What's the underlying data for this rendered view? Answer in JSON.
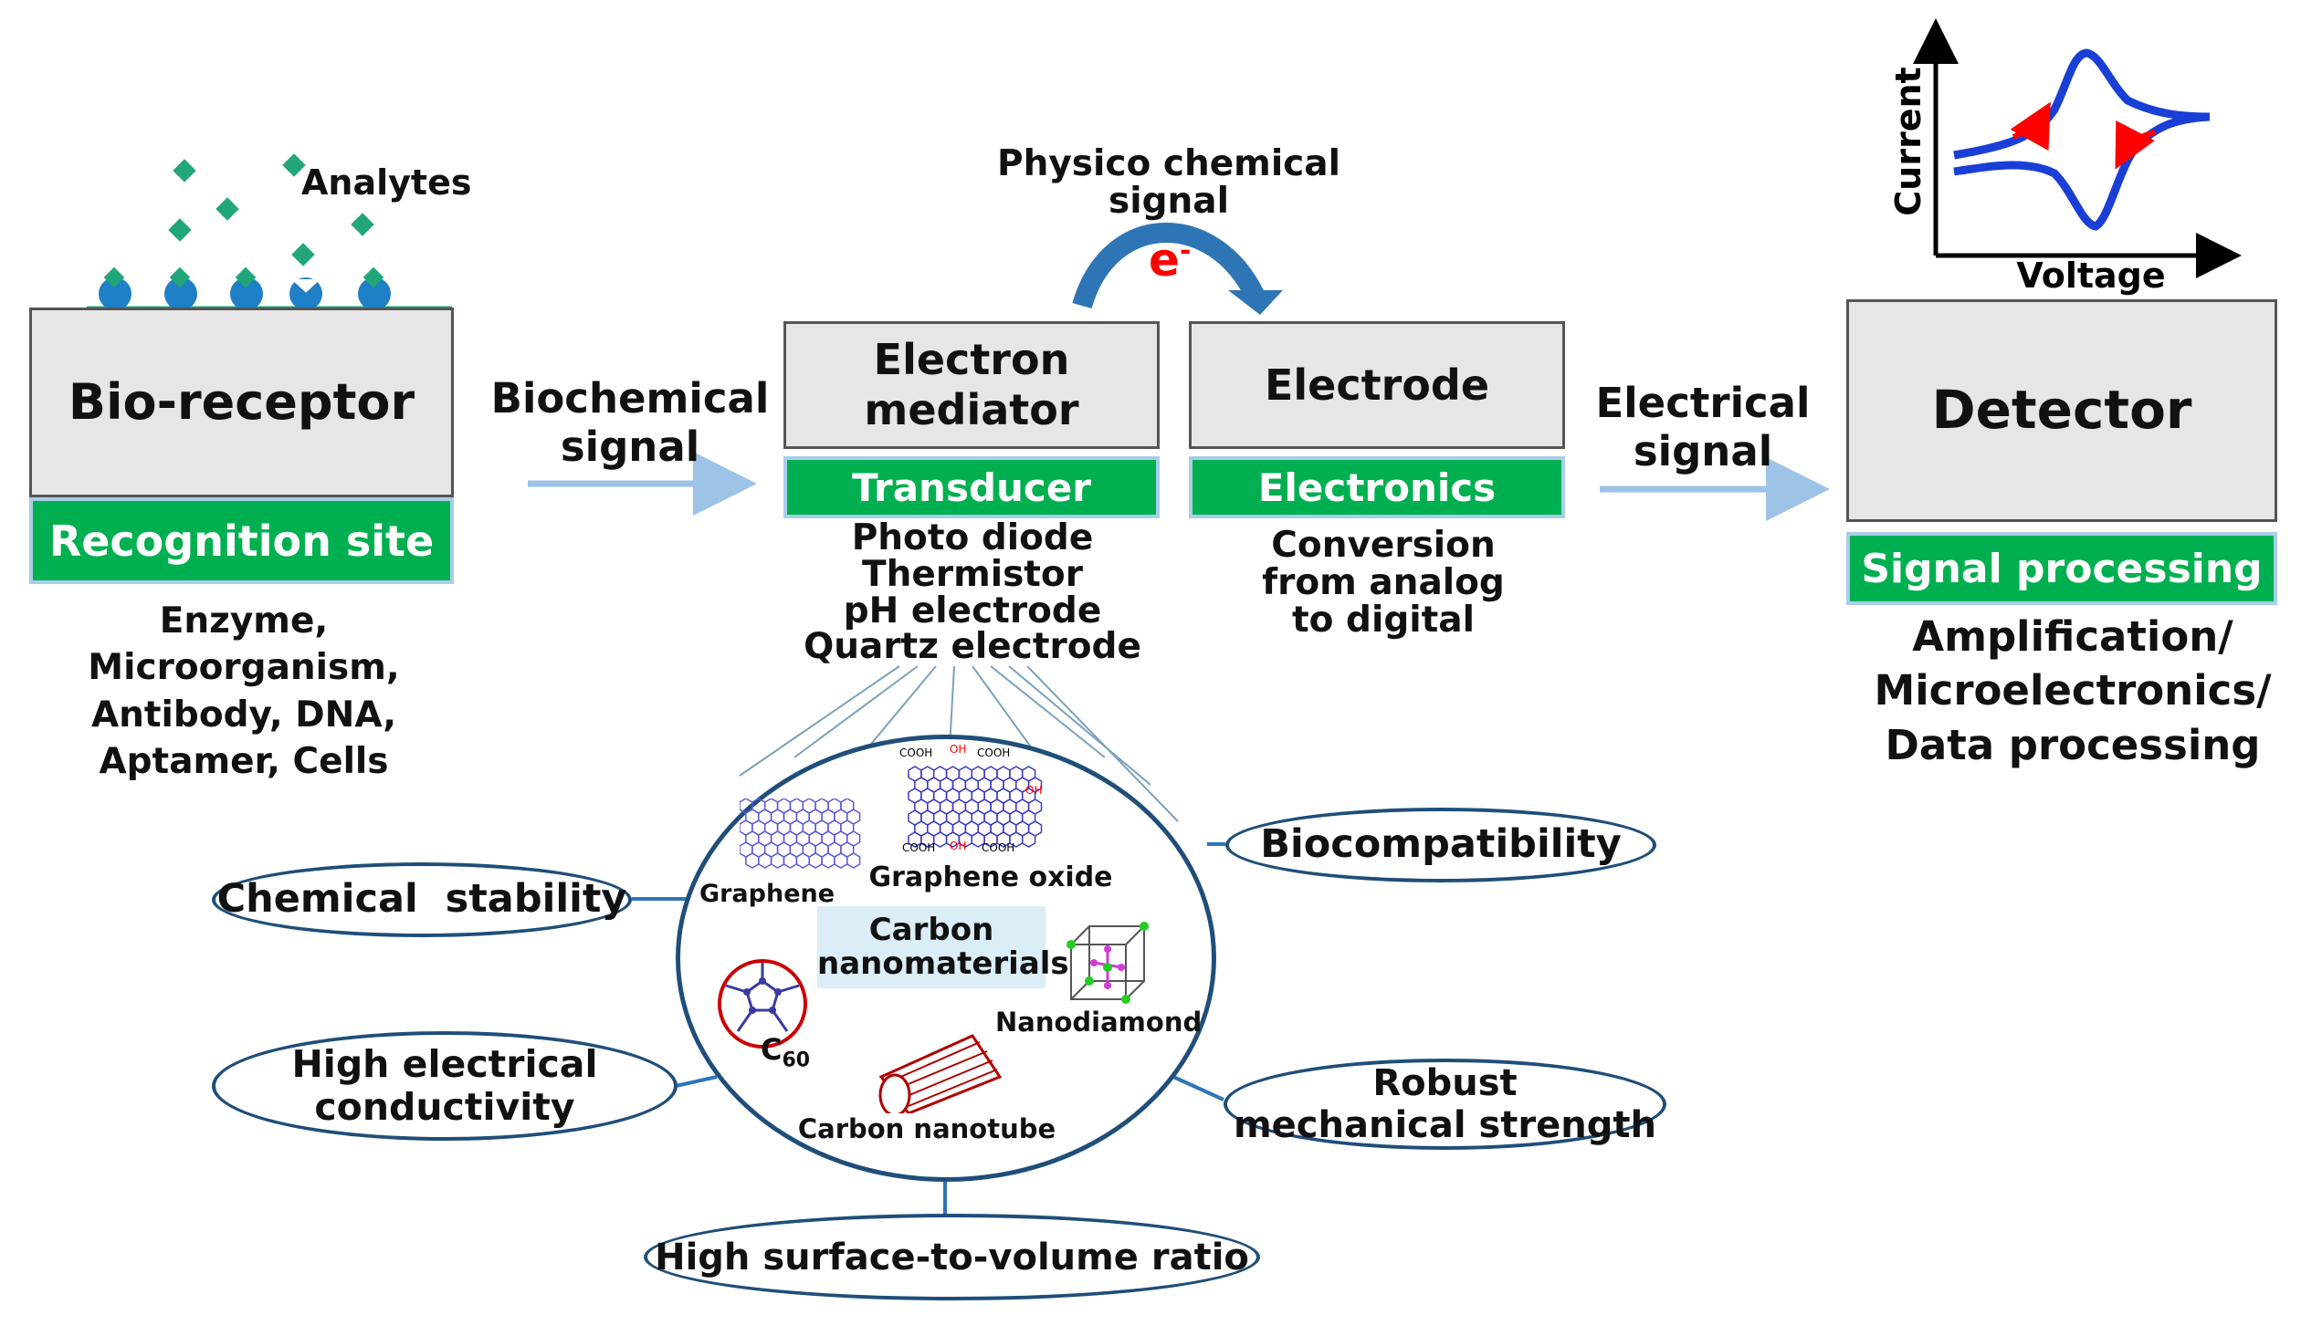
{
  "analytes_label": "Analytes",
  "bioreceptor": {
    "title": "Bio-receptor",
    "bar": "Recognition site",
    "examples": [
      "Enzyme,",
      "Microorganism,",
      "Antibody, DNA,",
      "Aptamer, Cells"
    ]
  },
  "biochemical_signal": [
    "Biochemical",
    "signal"
  ],
  "physico_signal": [
    "Physico chemical",
    "signal"
  ],
  "electron_symbol": "e",
  "electron_sup": "-",
  "mediator": {
    "title": [
      "Electron",
      "mediator"
    ],
    "bar": "Transducer",
    "examples": [
      "Photo diode",
      "Thermistor",
      "pH electrode",
      "Quartz electrode"
    ]
  },
  "electrode": {
    "title": "Electrode",
    "bar": "Electronics",
    "examples": [
      "Conversion",
      "from analog",
      "to digital"
    ]
  },
  "electrical_signal": [
    "Electrical",
    "signal"
  ],
  "detector": {
    "title": "Detector",
    "bar": "Signal processing",
    "examples": [
      "Amplification/",
      "Microelectronics/",
      "Data processing"
    ]
  },
  "cv_plot": {
    "ylabel": "Current",
    "xlabel": "Voltage"
  },
  "carbon": {
    "center": [
      "Carbon",
      "nanomaterials"
    ],
    "graphene": "Graphene",
    "graphene_oxide": "Graphene oxide",
    "cooh": "COOH",
    "oh": "OH",
    "c60": "C",
    "c60_sub": "60",
    "nanodiamond": "Nanodiamond",
    "nanotube": "Carbon nanotube"
  },
  "properties": {
    "chemical_stability": "Chemical  stability",
    "conductivity": [
      "High electrical",
      "conductivity"
    ],
    "biocompatibility": "Biocompatibility",
    "mechanical": [
      "Robust",
      "mechanical strength"
    ],
    "surface": "High surface-to-volume ratio"
  },
  "colors": {
    "green": "#00b050",
    "navy": "#1f4e79",
    "arrow": "#9dc3e6",
    "teal": "#21a67a",
    "red": "#ff0000",
    "blue": "#1a3fd6"
  }
}
